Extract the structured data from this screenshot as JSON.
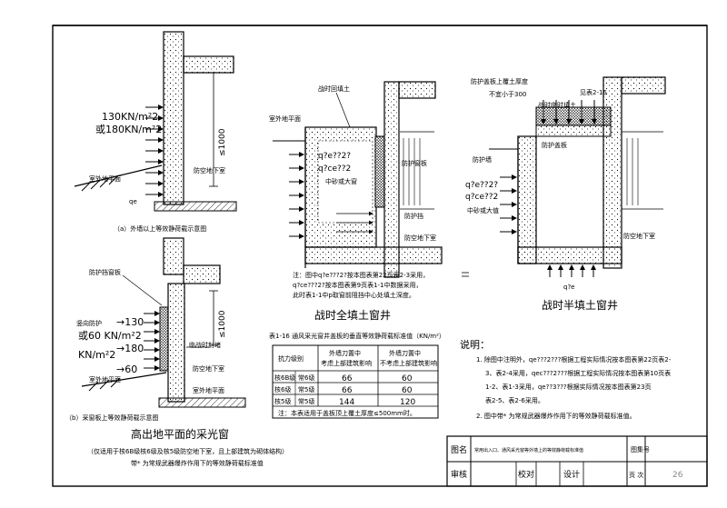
{
  "drawing": {
    "fig_a": {
      "load_upper": "130KN/m²2",
      "load_lower": "或180KN/m²2",
      "dim": "≤1000",
      "ground_label": "室外地平面",
      "basement_label": "防空地下室",
      "qe_label": "qe",
      "caption": "（a）外墙以上等效静荷载示意图"
    },
    "fig_b": {
      "protect_label": "防护挡窗板",
      "side_label": "竖向防护",
      "load_l1": "→130",
      "load_l2": "或60  KN/m²2",
      "load_l3": "→180",
      "load_l4": "KN/m²2",
      "load_l5": "→60",
      "dim": "≤1000",
      "wall_label": "临战时封堵",
      "basement_label": "防空地下室",
      "ground_label": "室外地平面",
      "ground_label2": "室外地平面",
      "caption": "（b）采窗板上等效静荷载示意图",
      "title": "高出地平面的采光窗",
      "note1": "（仅适用于核6B级核6级及核5级防空地下室，且上部建筑为砌体结构）",
      "note2": "带* 为常规武器爆炸作用下的等效静荷载标准值"
    },
    "fig_c": {
      "fill_label": "战时回填土",
      "ground_label": "室外地平面",
      "q1": "q?e??2?",
      "q2": "q?ce??2",
      "core_label": "中砂或大窗",
      "protect_label": "防护窗板",
      "grille_label": "防护挡",
      "basement_label": "防空地下室",
      "note_l1": "注：图中q?e???2?按本图表第22页表2-3采用，",
      "note_l2": "q?ce???2?按本图表第9页表1-1中数据采用，",
      "note_l3": "此时表1-1中p取窗前阻挡中心处填土深度。",
      "title": "战时全填土窗井"
    },
    "fig_d": {
      "cover_label": "防护盖板上覆土厚度",
      "min_label": "不宜小于300",
      "fill_label": "战时临时填土",
      "ref_label": "见表2-16",
      "protect_label": "防护盖板",
      "grille_label": "防护墙",
      "q1": "q?e??2?",
      "q2": "q?ce??2",
      "core_label": "中砂或大值",
      "basement_label": "防空地下室",
      "qe_label": "q?e",
      "title": "战时半填土窗井"
    },
    "table": {
      "title": "表1-16  通风采光窗井盖板的垂直等效静荷载标准值（KN/m²）",
      "headers": [
        "抗力级别",
        "外墙刀置中\n考虑上部建筑影响",
        "外墙刀置中\n不考虑上部建筑影响"
      ],
      "header_top": [
        "外墙刀置中",
        "外墙刀置中"
      ],
      "header_bottom": [
        "考虑上部建筑影响",
        "不考虑上部建筑影响"
      ],
      "rows": [
        {
          "grade_a": "核6B级",
          "grade_b": "常6级",
          "v1": "66",
          "v2": "60"
        },
        {
          "grade_a": "核6级",
          "grade_b": "常5级",
          "v1": "66",
          "v2": "60"
        },
        {
          "grade_a": "核5级",
          "grade_b": "常5级",
          "v1": "144",
          "v2": "120"
        }
      ],
      "note": "注：本表适用于盖板顶上覆土厚度≤500mm时。"
    },
    "notes": {
      "heading": "说明：",
      "n1_l1": "1.  除图中注明外，qe???2???根据工程实际情况按本图表第22页表2-",
      "n1_l2": "3、表2-4采用，qec???2???根据工程实际情况按本图表第10页表",
      "n1_l3": "1-2、表1-3采用，qe??3???根据实际情况按本图表第23页",
      "n1_l4": "表2-5、表2-6采用。",
      "n2": "2.  图中带* 为常规武器爆炸作用下的等效静荷载标准值。"
    },
    "title_block": {
      "name_label": "图名",
      "name_value": "常用出入口、通风采光窗等外墙上的等效静荷载标准值",
      "sheet_label": "图集号",
      "sheet_value": "",
      "review_label": "审核",
      "check_label": "校对",
      "design_label": "设计",
      "page_label": "页  次",
      "page_value": "26"
    }
  }
}
